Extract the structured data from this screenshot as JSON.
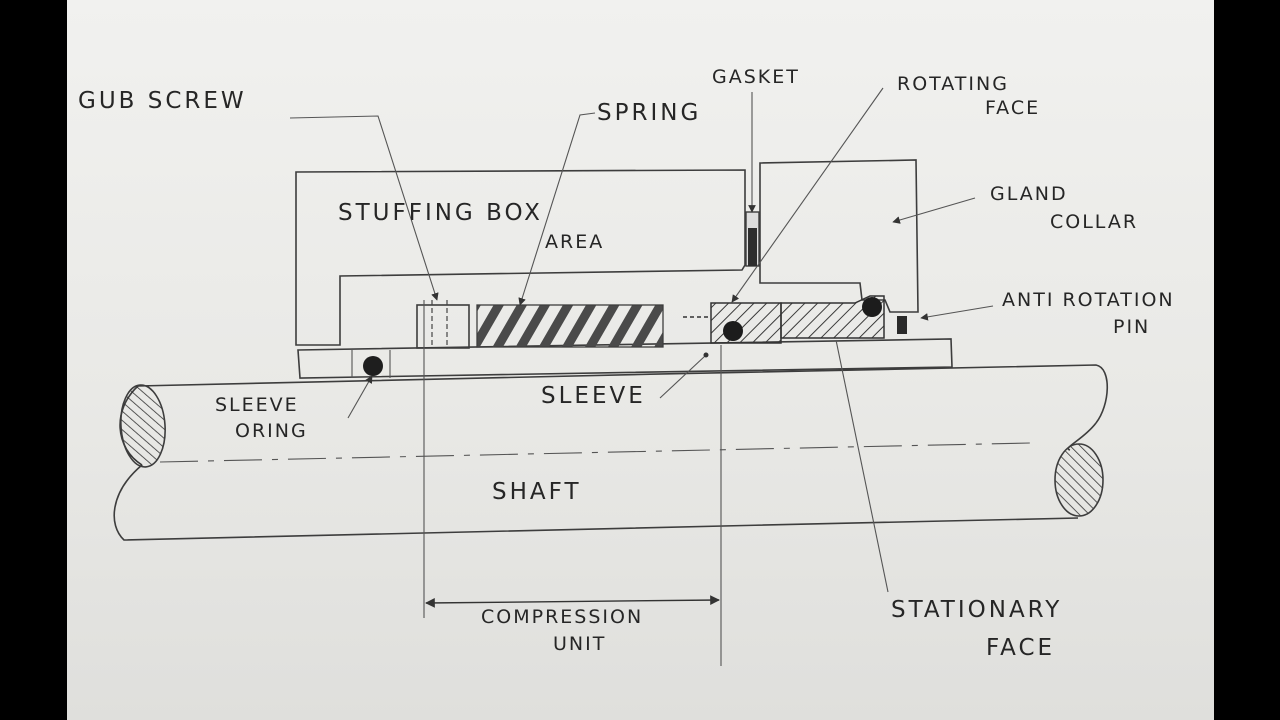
{
  "diagram": {
    "labels": {
      "grub_screw": "GUB SCREW",
      "spring": "SPRING",
      "gasket": "GASKET",
      "rotating_face": [
        "ROTATING",
        "FACE"
      ],
      "stuffing_box": [
        "STUFFING BOX",
        "AREA"
      ],
      "gland_collar": [
        "GLAND",
        "COLLAR"
      ],
      "anti_rotation_pin": [
        "ANTI ROTATION",
        "PIN"
      ],
      "sleeve": "SLEEVE",
      "sleeve_oring": [
        "SLEEVE",
        "ORING"
      ],
      "shaft": "SHAFT",
      "compression_unit": [
        "COMPRESSION",
        "UNIT"
      ],
      "stationary_face": [
        "STATIONARY",
        "FACE"
      ]
    },
    "colors": {
      "paper": "#ececea",
      "ink": "#3d3d3d",
      "border": "#000000"
    }
  }
}
